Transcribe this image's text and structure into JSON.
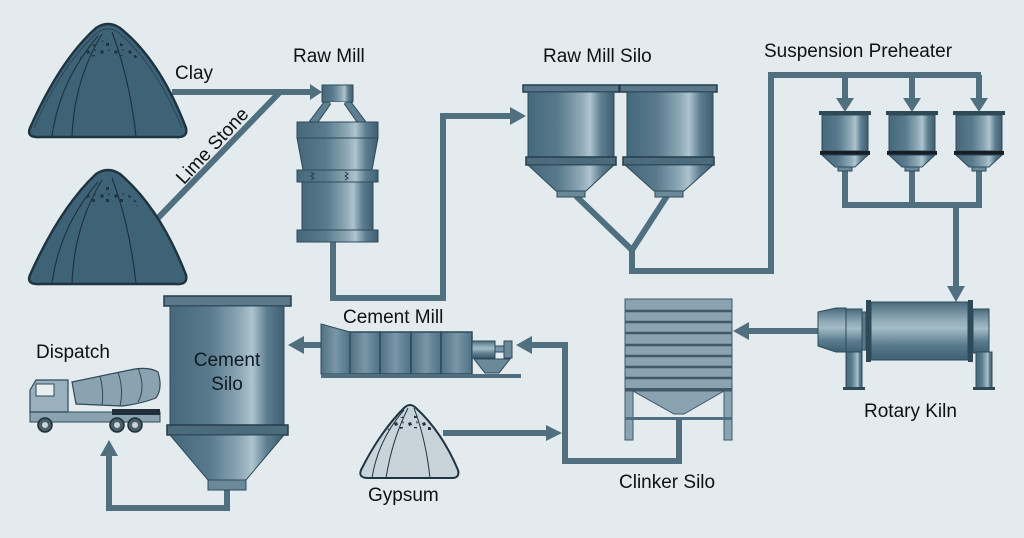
{
  "title": "Cement Manufacturing Process",
  "colors": {
    "background": "#e4ebee",
    "pipe": "#50707f",
    "equipment_dark": "#3f6376",
    "equipment_light": "#a9c0cc",
    "gypsum_fill": "#c9d3da",
    "label_text": "#111111"
  },
  "stages": {
    "clay": {
      "label": "Clay",
      "icon": "material-pile-icon"
    },
    "limestone": {
      "label": "Lime Stone",
      "icon": "material-pile-icon"
    },
    "raw_mill": {
      "label": "Raw Mill",
      "icon": "vertical-mill-icon"
    },
    "raw_mill_silo": {
      "label": "Raw Mill Silo",
      "icon": "silo-icon"
    },
    "suspension_preheater": {
      "label": "Suspension Preheater",
      "icon": "cyclone-icon"
    },
    "rotary_kiln": {
      "label": "Rotary Kiln",
      "icon": "kiln-icon"
    },
    "clinker_silo": {
      "label": "Clinker Silo",
      "icon": "clinker-silo-icon"
    },
    "gypsum": {
      "label": "Gypsum",
      "icon": "material-pile-icon"
    },
    "cement_mill": {
      "label": "Cement Mill",
      "icon": "ball-mill-icon"
    },
    "cement_silo": {
      "label_line1": "Cement",
      "label_line2": "Silo",
      "icon": "silo-icon"
    },
    "dispatch": {
      "label": "Dispatch",
      "icon": "mixer-truck-icon"
    }
  },
  "flows": [
    {
      "from": "Clay",
      "to": "Raw Mill"
    },
    {
      "from": "Lime Stone",
      "to": "Raw Mill"
    },
    {
      "from": "Raw Mill",
      "to": "Raw Mill Silo"
    },
    {
      "from": "Raw Mill Silo",
      "to": "Suspension Preheater"
    },
    {
      "from": "Suspension Preheater",
      "to": "Rotary Kiln"
    },
    {
      "from": "Rotary Kiln",
      "to": "Clinker Silo"
    },
    {
      "from": "Clinker Silo",
      "to": "Cement Mill"
    },
    {
      "from": "Gypsum",
      "to": "Cement Mill"
    },
    {
      "from": "Cement Mill",
      "to": "Cement Silo"
    },
    {
      "from": "Cement Silo",
      "to": "Dispatch"
    }
  ]
}
